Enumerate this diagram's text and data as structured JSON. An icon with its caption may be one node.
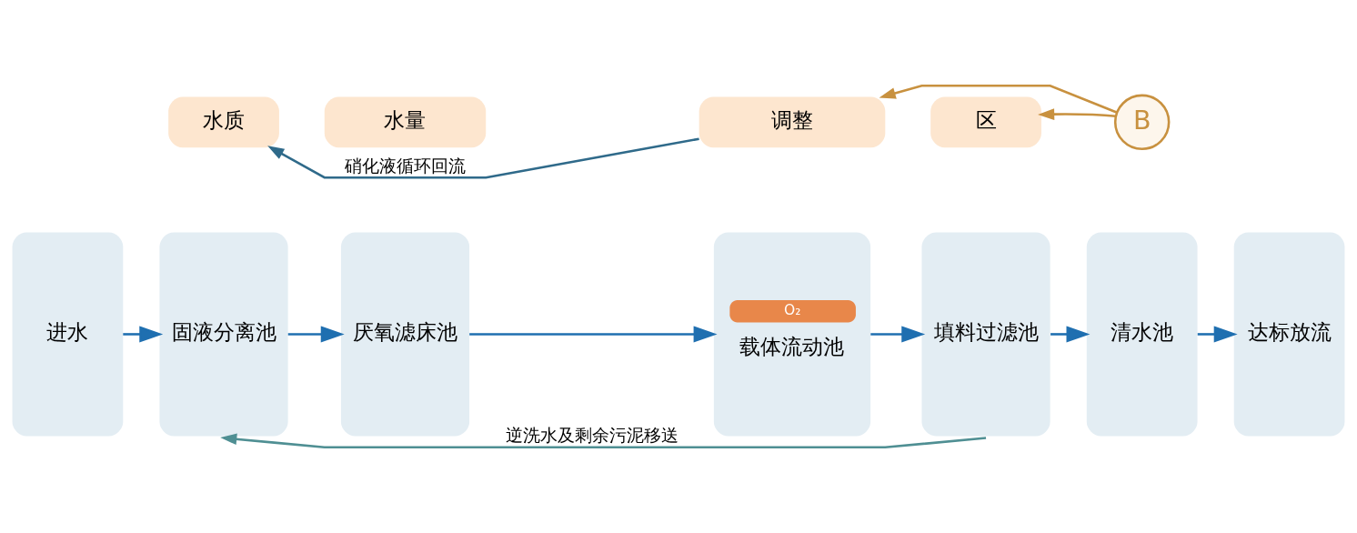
{
  "diagram": {
    "nodes": [
      {
        "text": [
          "水质"
        ]
      },
      {
        "text": [
          "水量"
        ]
      },
      {
        "text": [
          "调整"
        ]
      },
      {
        "text": [
          "区"
        ]
      },
      {
        "text": [
          "进水"
        ]
      },
      {
        "text": [
          "固液分离池"
        ]
      },
      {
        "text": [
          "厌氧滤床池"
        ]
      },
      {
        "text": [
          "O₂",
          "载体流动池"
        ]
      },
      {
        "text": [
          "填料过滤池"
        ]
      },
      {
        "text": [
          "清水池"
        ]
      },
      {
        "text": [
          "达标放流"
        ]
      },
      {
        "text": [
          "B"
        ]
      }
    ],
    "edges": [
      {
        "from": 4,
        "to": 5,
        "arrow": "to"
      },
      {
        "from": 5,
        "to": 6,
        "arrow": "to"
      },
      {
        "from": 6,
        "to": 7,
        "arrow": "to"
      },
      {
        "from": 7,
        "to": 8,
        "arrow": "to"
      },
      {
        "from": 8,
        "to": 9,
        "arrow": "to"
      },
      {
        "from": 9,
        "to": 10,
        "arrow": "to"
      },
      {
        "from": 2,
        "to": 0,
        "arrow": "to",
        "label": "硝化液循环回流",
        "color": "#2f6a8a"
      },
      {
        "from": 11,
        "to": 2,
        "arrow": "to",
        "color": "#c8913f"
      },
      {
        "from": 11,
        "to": 3,
        "arrow": "to",
        "color": "#c8913f"
      },
      {
        "from": 8,
        "to": 5,
        "arrow": "to",
        "label": "逆洗水及剩余污泥移送",
        "color": "#4f8f93"
      }
    ]
  }
}
